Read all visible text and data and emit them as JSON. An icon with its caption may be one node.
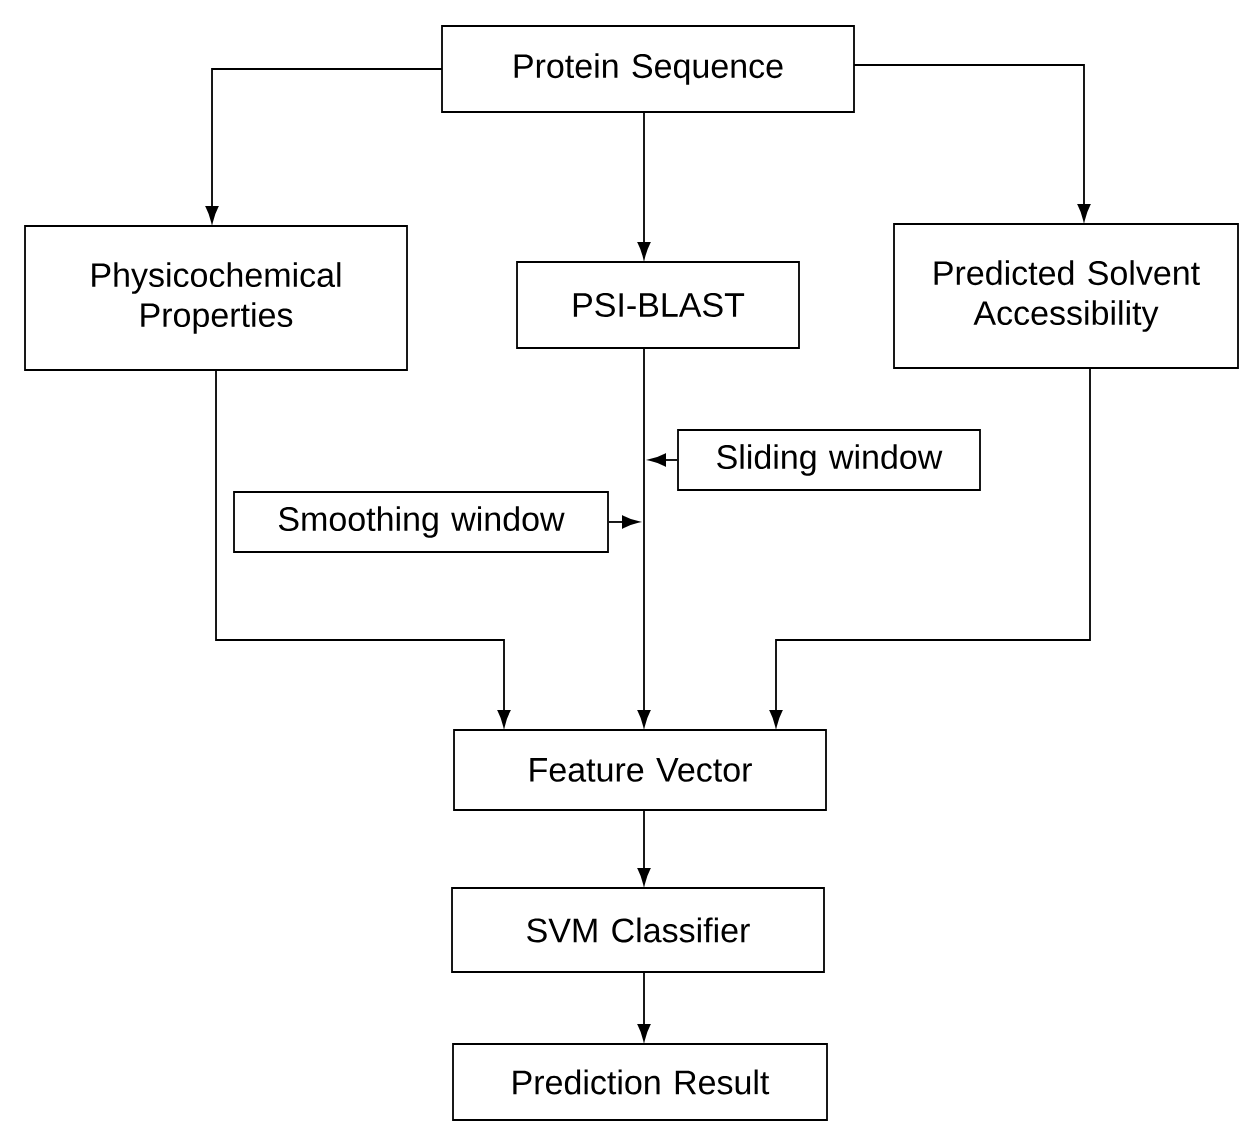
{
  "diagram": {
    "nodes": [
      {
        "text": [
          "Protein Sequence"
        ]
      },
      {
        "text": [
          "Physicochemical Properties"
        ]
      },
      {
        "text": [
          "PSI-BLAST"
        ]
      },
      {
        "text": [
          "Predicted Solvent Accessibility"
        ]
      },
      {
        "text": [
          "Sliding window"
        ]
      },
      {
        "text": [
          "Smoothing window"
        ]
      },
      {
        "text": [
          "Feature Vector"
        ]
      },
      {
        "text": [
          "SVM Classifier"
        ]
      },
      {
        "text": [
          "Prediction Result"
        ]
      }
    ],
    "edges": [
      {
        "from": 0,
        "to": 1,
        "arrow": "to"
      },
      {
        "from": 0,
        "to": 2,
        "arrow": "to"
      },
      {
        "from": 0,
        "to": 3,
        "arrow": "to"
      },
      {
        "from": 4,
        "to": null,
        "arrow": "to"
      },
      {
        "from": 5,
        "to": null,
        "arrow": "to"
      },
      {
        "from": 1,
        "to": 6,
        "arrow": "to"
      },
      {
        "from": 2,
        "to": 6,
        "arrow": "to"
      },
      {
        "from": 3,
        "to": 6,
        "arrow": "to"
      },
      {
        "from": 6,
        "to": 7,
        "arrow": "to"
      },
      {
        "from": 7,
        "to": 8,
        "arrow": "to"
      }
    ]
  }
}
